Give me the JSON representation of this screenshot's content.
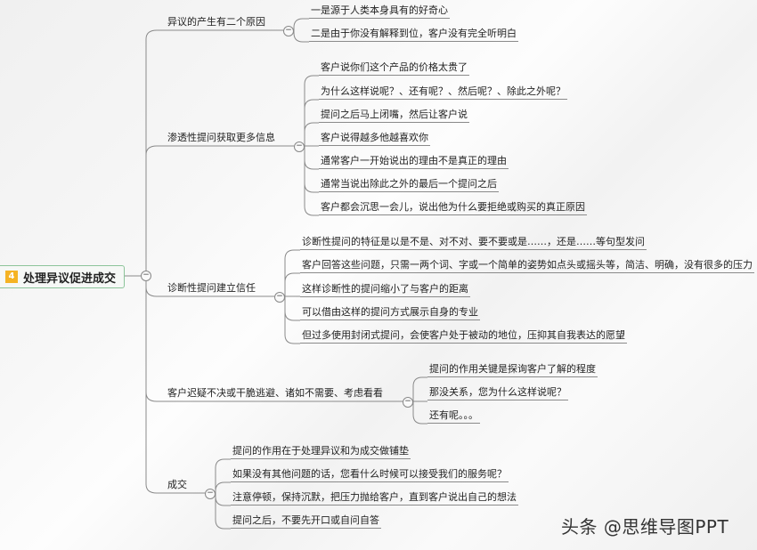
{
  "root": {
    "badge": "4",
    "title": "处理异议促进成交",
    "badge_color": "#f5b324",
    "border_color": "#8cc49a"
  },
  "collapse_symbol": "−",
  "branches": [
    {
      "label": "异议的产生有二个原因",
      "children": [
        "一是源于人类本身具有的好奇心",
        "二是由于你没有解释到位，客户没有完全听明白"
      ]
    },
    {
      "label": "渗透性提问获取更多信息",
      "children": [
        "客户说你们这个产品的价格太贵了",
        "为什么这样说呢？、还有呢？、然后呢？、除此之外呢？",
        "提问之后马上闭嘴，然后让客户说",
        "客户说得越多他越喜欢你",
        "通常客户一开始说出的理由不是真正的理由",
        "通常当说出除此之外的最后一个提问之后",
        "客户都会沉思一会儿，说出他为什么要拒绝或购买的真正原因"
      ]
    },
    {
      "label": "诊断性提问建立信任",
      "children": [
        "诊断性提问的特征是以是不是、对不对、要不要或是……，还是……等句型发问",
        "客户回答这些问题，只需一两个词、字或一个简单的姿势如点头或摇头等，简洁、明确，没有很多的压力",
        "这样诊断性的提问缩小了与客户的距离",
        "可以借由这样的提问方式展示自身的专业",
        "但过多使用封闭式提问，会使客户处于被动的地位，压抑其自我表达的愿望"
      ]
    },
    {
      "label": "客户迟疑不决或干脆逃避、诸如不需要、考虑看看",
      "children": [
        "提问的作用关键是探询客户了解的程度",
        "那没关系，您为什么这样说呢？",
        "还有呢。。。"
      ]
    },
    {
      "label": "成交",
      "children": [
        "提问的作用在于处理异议和为成交做铺垫",
        "如果没有其他问题的话，您看什么时候可以接受我们的服务呢？",
        "注意停顿，保持沉默，把压力抛给客户，直到客户说出自己的想法",
        "提问之后，不要先开口或自问自答"
      ]
    }
  ],
  "watermark": "头条 @思维导图PPT"
}
